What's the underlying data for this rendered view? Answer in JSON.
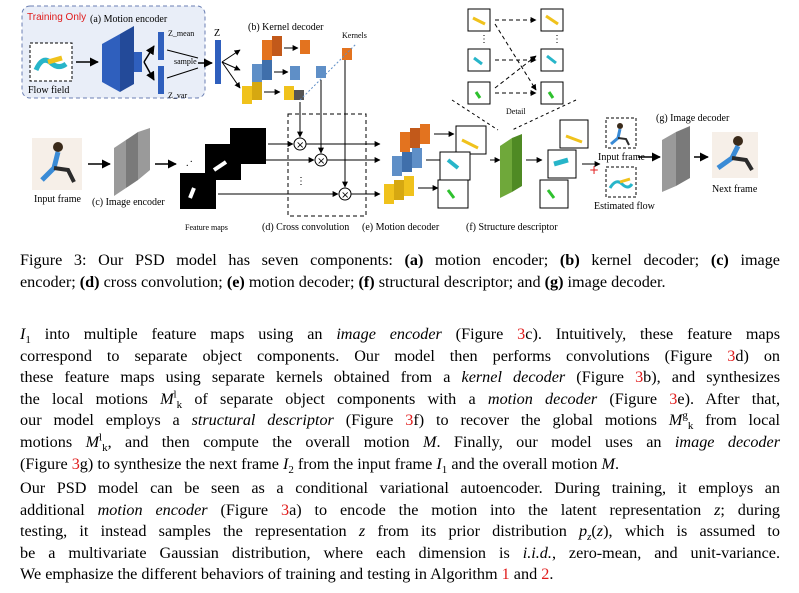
{
  "figure": {
    "training_only": "Training Only",
    "a_label": "(a) Motion encoder",
    "z_mean": "Z_mean",
    "z_var": "Z_var",
    "sample": "sample",
    "z": "Z",
    "flow_field": "Flow field",
    "b_label": "(b) Kernel decoder",
    "kernels": "Kernels",
    "detail": "Detail",
    "g_label": "(g) Image decoder",
    "input_frame": "Input frame",
    "c_label": "(c) Image encoder",
    "feature_maps": "Feature maps",
    "d_label": "(d) Cross convolution",
    "e_label": "(e) Motion decoder",
    "f_label": "(f) Structure descriptor",
    "input_frame_2": "Input frame",
    "estimated_flow": "Estimated flow",
    "next_frame": "Next frame",
    "colors": {
      "blue": "#2f5fbd",
      "orange": "#e3731f",
      "teal": "#5f8fc7",
      "gold": "#f0c21c",
      "green": "#6fa83a",
      "gray": "#9a9a9a",
      "red": "#e01b1b"
    }
  },
  "caption": {
    "prefix": "Figure 3: Our PSD model has seven components: ",
    "a": "(a)",
    "a_text": " motion encoder; ",
    "b": "(b)",
    "b_text": " kernel decoder; ",
    "c": "(c)",
    "c_text1": " image",
    "line2_start": "encoder; ",
    "d": "(d)",
    "d_text": " cross convolution; ",
    "e": "(e)",
    "e_text": " motion decoder; ",
    "f": "(f)",
    "f_text": " structural descriptor; and ",
    "g": "(g)",
    "g_text": " image decoder."
  },
  "para1": {
    "l1a": "I",
    "l1sub": "1",
    "l1b": " into multiple feature maps using an ",
    "l1c": "image encoder",
    "l1d": " (Figure ",
    "l1ref": "3",
    "l1e": "c). Intuitively, these feature maps",
    "l2a": "correspond to separate object components. Our model then performs convolutions (Figure ",
    "l2ref": "3",
    "l2b": "d) on",
    "l3a": "these feature maps using separate kernels obtained from a ",
    "l3b": "kernel decoder",
    "l3c": " (Figure ",
    "l3ref": "3",
    "l3d": "b), and synthesizes",
    "l4a": "the local motions ",
    "l4m": "M",
    "l4sup": "l",
    "l4sub": "k",
    "l4b": " of separate object components with a ",
    "l4c": "motion decoder",
    "l4d": " (Figure ",
    "l4ref": "3",
    "l4e": "e). After that,",
    "l5a": "our model employs a ",
    "l5b": "structural descriptor",
    "l5c": " (Figure ",
    "l5ref": "3",
    "l5d": "f) to recover the global motions ",
    "l5m": "M",
    "l5sup": "g",
    "l5sub": "k",
    "l5e": " from local",
    "l6a": "motions ",
    "l6m": "M",
    "l6sup": "l",
    "l6sub": "k",
    "l6b": ", and then compute the overall motion ",
    "l6m2": "M",
    "l6c": ". Finally, our model uses an ",
    "l6d": "image decoder",
    "l7a": "(Figure ",
    "l7ref": "3",
    "l7b": "g) to synthesize the next frame ",
    "l7i": "I",
    "l7sub": "2",
    "l7c": " from the input frame ",
    "l7i2": "I",
    "l7sub2": "1",
    "l7d": " and the overall motion ",
    "l7m": "M",
    "l7e": "."
  },
  "para2": {
    "l1": "Our PSD model can be seen as a conditional variational autoencoder. During training, it employs an",
    "l2a": "additional ",
    "l2b": "motion encoder",
    "l2c": " (Figure ",
    "l2ref": "3",
    "l2d": "a) to encode the motion into the latent representation ",
    "l2z": "z",
    "l2e": "; during",
    "l3a": "testing, it instead samples the representation ",
    "l3z": "z",
    "l3b": " from its prior distribution ",
    "l3p": "p",
    "l3sub": "z",
    "l3c": "(",
    "l3z2": "z",
    "l3d": "), which is assumed to",
    "l4a": "be a multivariate Gaussian distribution, where each dimension is ",
    "l4b": "i.i.d.",
    "l4c": ", zero-mean, and unit-variance.",
    "l5a": "We emphasize the different behaviors of training and testing in Algorithm ",
    "l5ref1": "1",
    "l5b": " and ",
    "l5ref2": "2",
    "l5c": "."
  }
}
